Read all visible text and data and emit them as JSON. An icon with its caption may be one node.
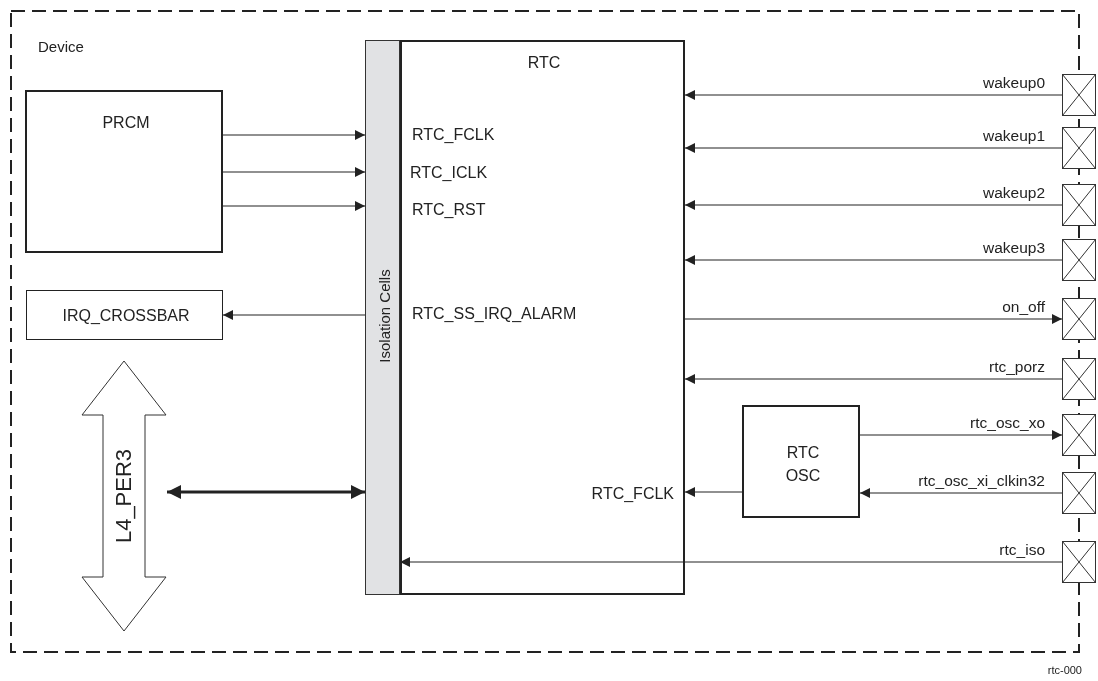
{
  "diagram": {
    "nodes": [
      {
        "text": [
          "Device"
        ]
      },
      {
        "text": [
          "PRCM"
        ],
        "in": 0
      },
      {
        "text": [
          "IRQ_CROSSBAR"
        ],
        "in": 0
      },
      {
        "text": [
          "L4_PER3"
        ],
        "in": 0
      },
      {
        "text": [
          "Isolation Cells"
        ],
        "in": 0
      },
      {
        "text": [
          "RTC",
          "RTC_FCLK",
          "RTC_ICLK",
          "RTC_RST",
          "RTC_SS_IRQ_ALARM",
          "RTC_FCLK"
        ],
        "in": 0
      },
      {
        "text": [
          "RTC OSC"
        ],
        "in": 0
      },
      {
        "text": [],
        "shape": "box"
      },
      {
        "text": [],
        "shape": "box"
      },
      {
        "text": [],
        "shape": "box"
      },
      {
        "text": [],
        "shape": "box"
      },
      {
        "text": [],
        "shape": "box"
      },
      {
        "text": [],
        "shape": "box"
      },
      {
        "text": [],
        "shape": "box"
      },
      {
        "text": [],
        "shape": "box"
      },
      {
        "text": [],
        "shape": "box"
      }
    ],
    "edges": [
      {
        "from": 1,
        "to": 4,
        "arrow": "to"
      },
      {
        "from": 1,
        "to": 4,
        "arrow": "to"
      },
      {
        "from": 1,
        "to": 4,
        "arrow": "to"
      },
      {
        "from": 4,
        "to": 2,
        "arrow": "to"
      },
      {
        "from": 3,
        "to": 4,
        "arrow": "both",
        "style": "thick"
      },
      {
        "from": 7,
        "to": 5,
        "arrow": "to",
        "label": "wakeup0"
      },
      {
        "from": 8,
        "to": 5,
        "arrow": "to",
        "label": "wakeup1"
      },
      {
        "from": 9,
        "to": 5,
        "arrow": "to",
        "label": "wakeup2"
      },
      {
        "from": 10,
        "to": 5,
        "arrow": "to",
        "label": "wakeup3"
      },
      {
        "from": 5,
        "to": 11,
        "arrow": "to",
        "label": "on_off"
      },
      {
        "from": 12,
        "to": 5,
        "arrow": "to",
        "label": "rtc_porz"
      },
      {
        "from": 6,
        "to": 13,
        "arrow": "to",
        "label": "rtc_osc_xo"
      },
      {
        "from": 14,
        "to": 6,
        "arrow": "to",
        "label": "rtc_osc_xi_clkin32"
      },
      {
        "from": 6,
        "to": 5,
        "arrow": "to"
      },
      {
        "from": 15,
        "to": 5,
        "arrow": "to",
        "label": "rtc_iso"
      }
    ],
    "labels": [
      "rtc-000"
    ]
  }
}
